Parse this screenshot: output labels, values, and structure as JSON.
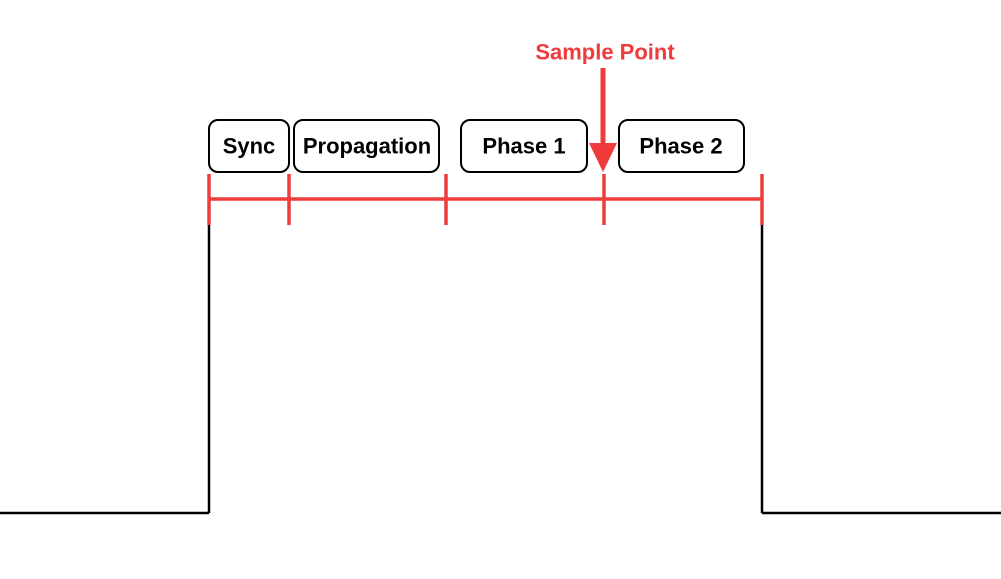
{
  "colors": {
    "signal": "#000000",
    "timeline": "#ef3b3b",
    "label_border": "#000000",
    "label_fill": "#ffffff"
  },
  "segments": [
    {
      "label": "Sync"
    },
    {
      "label": "Propagation"
    },
    {
      "label": "Phase 1"
    },
    {
      "label": "Phase 2"
    }
  ],
  "sample_point": {
    "label": "Sample Point"
  }
}
